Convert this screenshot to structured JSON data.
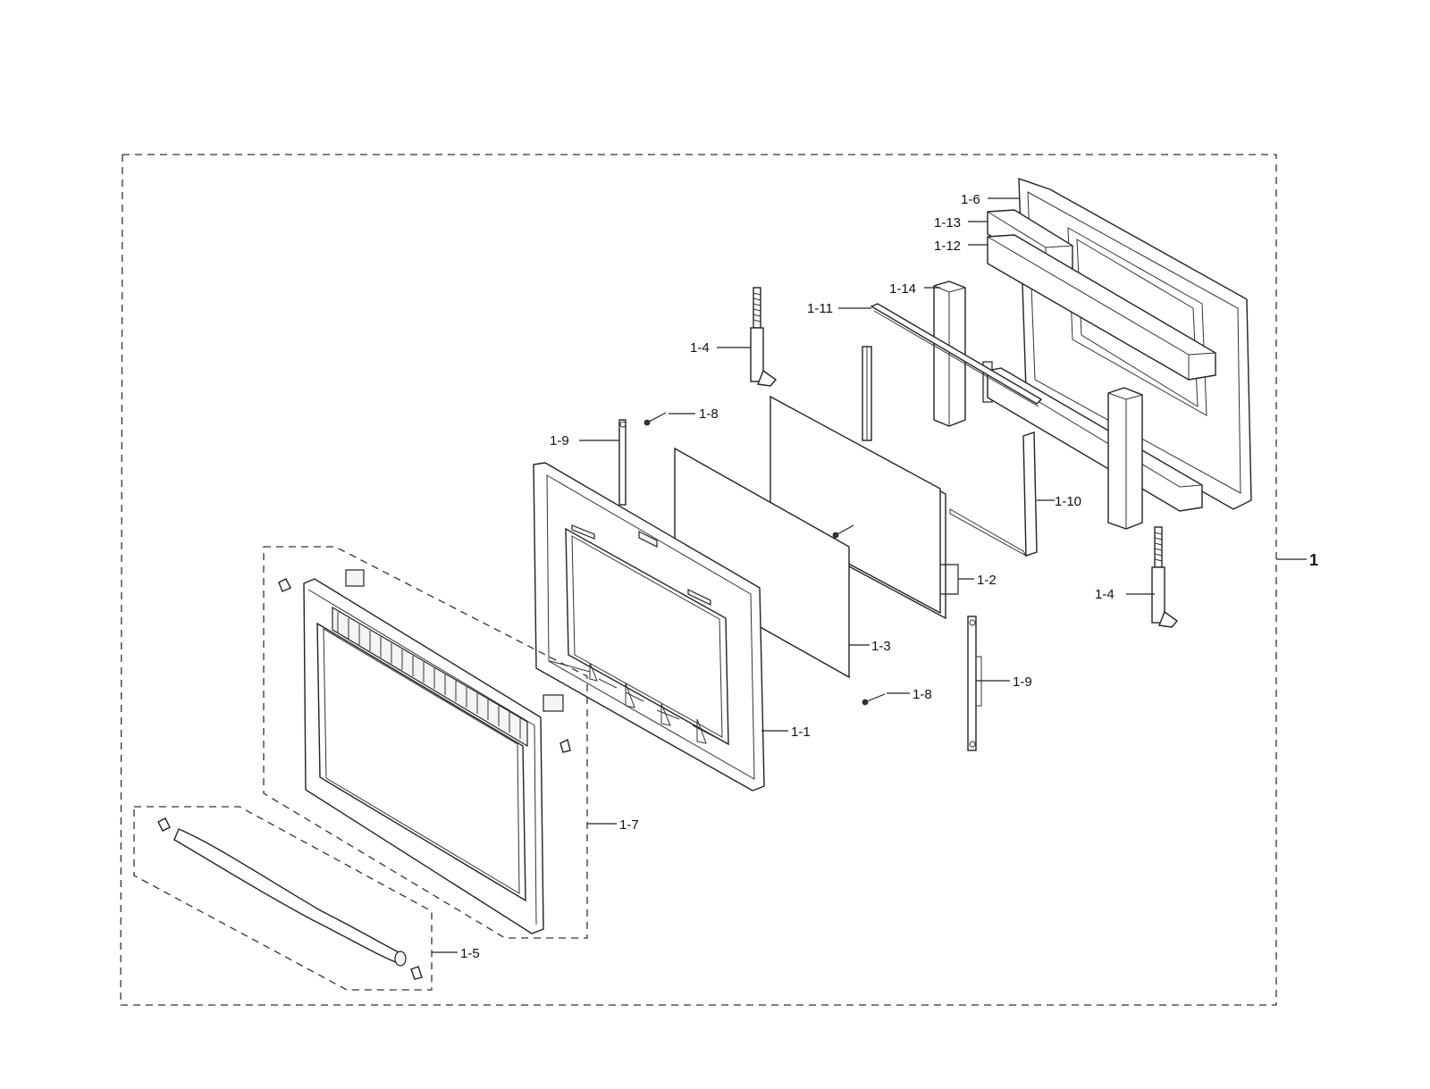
{
  "labels": {
    "main": "1",
    "l_1_1": "1-1",
    "l_1_2": "1-2",
    "l_1_3": "1-3",
    "l_1_4a": "1-4",
    "l_1_4b": "1-4",
    "l_1_5": "1-5",
    "l_1_6": "1-6",
    "l_1_7": "1-7",
    "l_1_8a": "1-8",
    "l_1_8b": "1-8",
    "l_1_9a": "1-9",
    "l_1_9b": "1-9",
    "l_1_10": "1-10",
    "l_1_11": "1-11",
    "l_1_12": "1-12",
    "l_1_13": "1-13",
    "l_1_14": "1-14"
  }
}
